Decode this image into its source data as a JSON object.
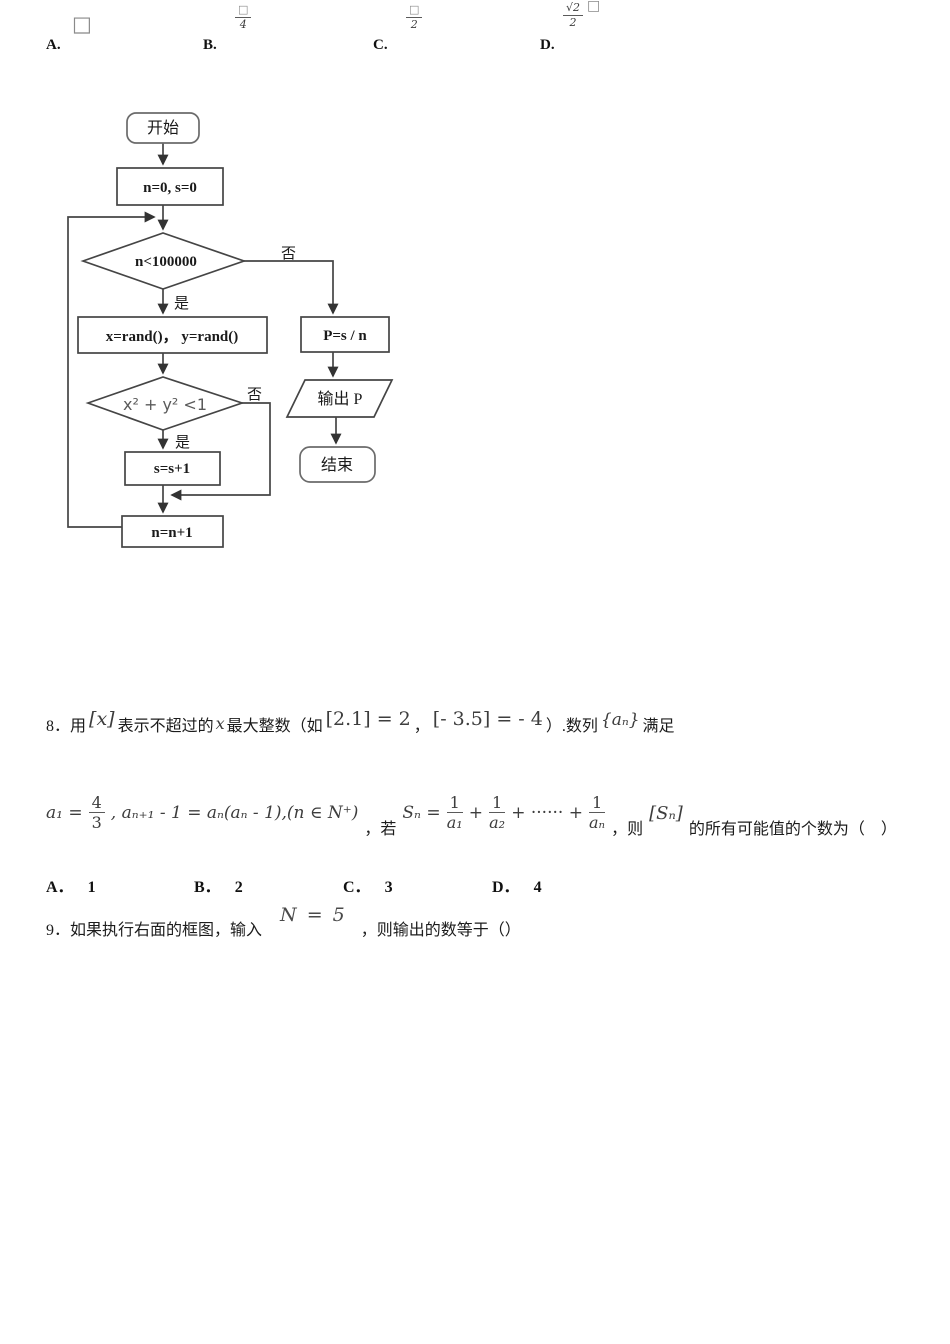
{
  "flowchart": {
    "start": "开始",
    "init": "n=0, s=0",
    "cond1": "n<100000",
    "yes": "是",
    "no": "否",
    "rand": "x=rand()， y=rand()",
    "cond2": "x² + y² <1",
    "s_step": "s=s+1",
    "n_step": "n=n+1",
    "p_calc": "P=s / n",
    "output": "输出 P",
    "end": "结束"
  },
  "options_row1": {
    "a_label": "A.",
    "a_value": "□",
    "b_label": "B.",
    "b_frac": {
      "num": "□",
      "den": "4"
    },
    "c_label": "C.",
    "c_frac": {
      "num": "□",
      "den": "2"
    },
    "d_label": "D.",
    "d_frac": {
      "num": "√2",
      "den": "2"
    },
    "d_suffix": "□"
  },
  "q8": {
    "number": "8．",
    "t_use": "用",
    "m_floor_x": "[x]",
    "t_mid": "表示不超过的",
    "m_x": "x",
    "t_mid2": "最大整数（如",
    "m_ex1": "[2.1] = 2",
    "t_comma": "，",
    "m_ex2": "[- 3.5] = - 4",
    "t_mid3": "）.数列",
    "m_seq": "{aₙ}",
    "t_end": "满足",
    "f_a1": "a₁ =",
    "f1": {
      "num": "4",
      "den": "3"
    },
    "f_rec": ", aₙ₊₁ - 1 = aₙ(aₙ - 1),(n ∈ N⁺)",
    "t_if": "，若",
    "f_sn": "Sₙ =",
    "f2": {
      "num": "1",
      "den": "a₁"
    },
    "plus1": "+",
    "f3": {
      "num": "1",
      "den": "a₂"
    },
    "plus2": "+ ······ +",
    "f4": {
      "num": "1",
      "den": "aₙ"
    },
    "t_then": "，则",
    "m_floor_sn": "[Sₙ]",
    "t_q": "的所有可能值的个数为（　）",
    "options": [
      {
        "label": "A．",
        "value": "1"
      },
      {
        "label": "B．",
        "value": "2"
      },
      {
        "label": "C．",
        "value": "3"
      },
      {
        "label": "D．",
        "value": "4"
      }
    ]
  },
  "q9": {
    "number": "9．",
    "t1": "如果执行右面的框图，输入",
    "m_n": "N = 5",
    "t2": "，则输出的数等于（）"
  }
}
